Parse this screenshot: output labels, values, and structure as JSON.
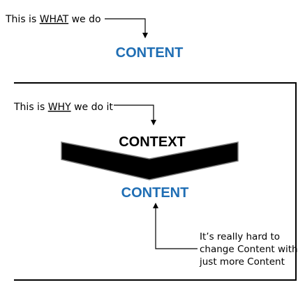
{
  "top": {
    "prefix": "This is ",
    "keyword": "WHAT",
    "suffix": " we do",
    "target": "CONTENT"
  },
  "box": {
    "prefix": "This is ",
    "keyword": "WHY",
    "suffix": " we do it",
    "context": "CONTEXT",
    "target": "CONTENT",
    "note_lines": [
      "It’s really hard to",
      "change Content with",
      "just more Content"
    ]
  },
  "colors": {
    "content_blue": "#1f6eb4",
    "line": "#000000",
    "chevron": "#000000",
    "chevron_edge": "#7a7a7a"
  }
}
